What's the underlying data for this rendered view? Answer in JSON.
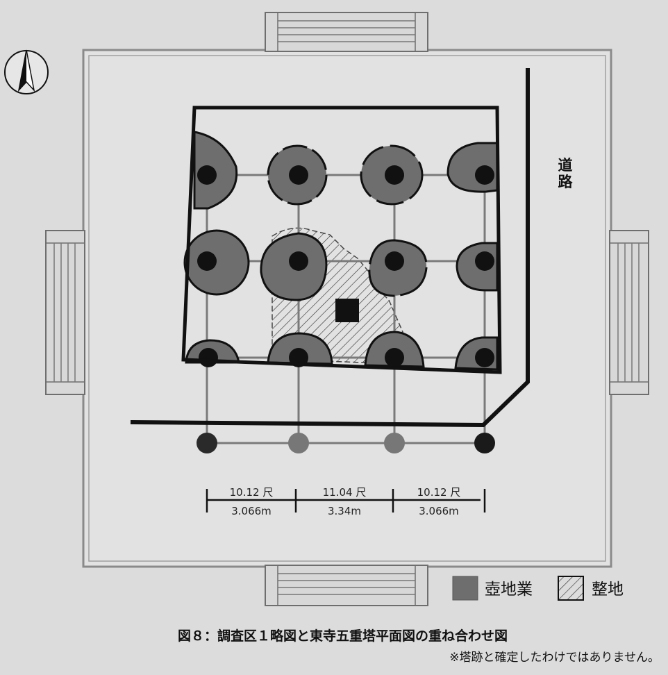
{
  "road_label_chars": [
    "道",
    "路"
  ],
  "dimensions": [
    {
      "shaku": "10.12 尺",
      "meters": "3.066m"
    },
    {
      "shaku": "11.04 尺",
      "meters": "3.34m"
    },
    {
      "shaku": "10.12 尺",
      "meters": "3.066m"
    }
  ],
  "legend": {
    "tsubo_label": "壺地業",
    "seichi_label": "整地"
  },
  "caption": "図８：調査区１略図と東寺五重塔平面図の重ね合わせ図",
  "note": "※塔跡と確定したわけではありません。",
  "colors": {
    "background": "#dcdcdc",
    "pit_fill": "#6e6e6e",
    "ink": "#111111",
    "frame": "#8a8a8a"
  }
}
